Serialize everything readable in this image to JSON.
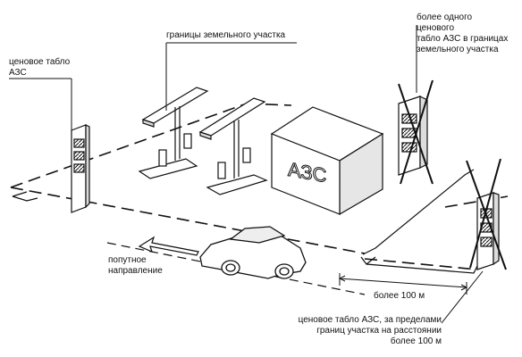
{
  "labels": {
    "boundary": "границы земельного участка",
    "price_board": "ценовое табло\nАЗС",
    "multiple_boards": "более одного\nценового\nтабло АЗС в границах\nземельного участка",
    "traffic_direction": "попутное\nнаправление",
    "distance": "более 100 м",
    "outside_board": "ценовое табло АЗС, за пределами\nграниц участка на расстоянии\nболее 100 м"
  },
  "station_sign": "АЗС",
  "colors": {
    "ink": "#111111",
    "paper": "#ffffff",
    "shade": "#cfcfcf"
  }
}
